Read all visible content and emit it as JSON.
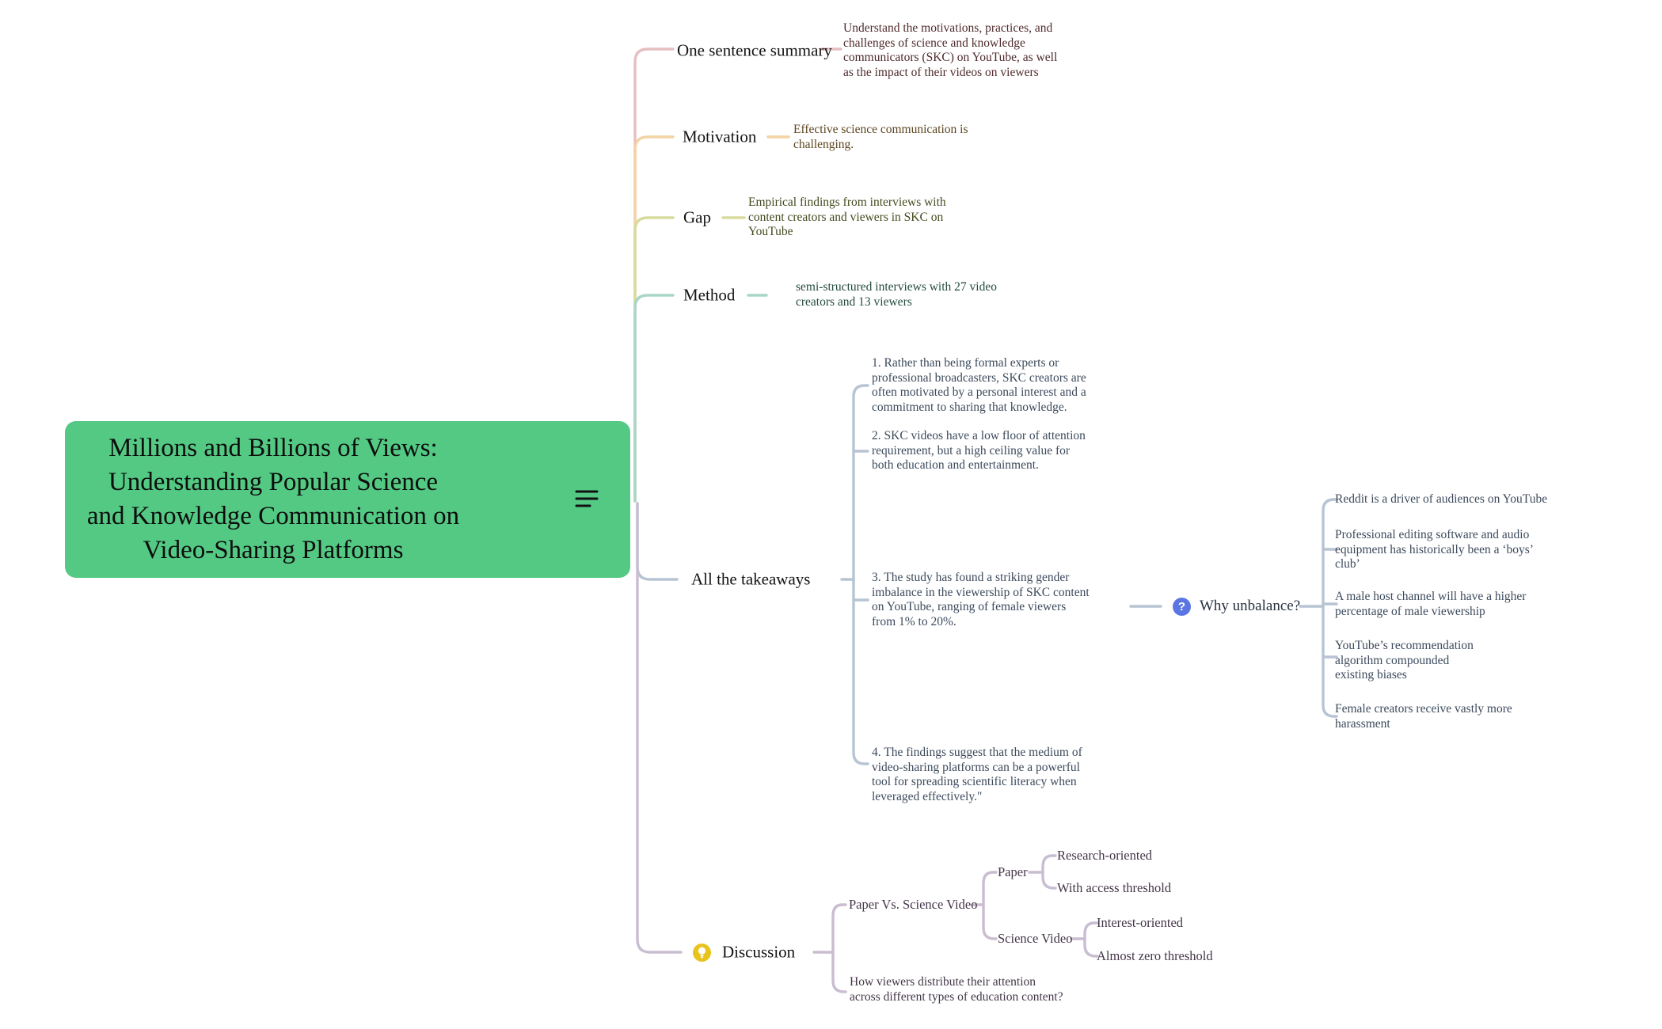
{
  "colors": {
    "root_bg": "#53c983",
    "branch_summary_line": "#e5bfc2",
    "branch_motivation_line": "#f4d3a3",
    "branch_gap_line": "#d8db9d",
    "branch_method_line": "#a9d6c8",
    "branch_takeaways_line": "#b7c4d3",
    "branch_discussion_line": "#c9bdd1",
    "note_summary_text": "#4f2a2d",
    "note_motivation_text": "#5d4620",
    "note_gap_text": "#454a1e",
    "note_method_text": "#234a3e",
    "note_takeaways_text": "#3c4a5c",
    "note_discussion_text": "#443648",
    "question_icon_bg": "#5b76e3",
    "lightbulb_icon_bg": "#e8c31c"
  },
  "root": {
    "title_lines": [
      "Millions and Billions of Views:",
      "Understanding Popular Science",
      "and Knowledge Communication on",
      "Video-Sharing Platforms"
    ],
    "notes_icon": "notes-icon"
  },
  "branches": {
    "summary": {
      "label": "One sentence summary",
      "note": "Understand the motivations, practices, and\nchallenges of science and knowledge\ncommunicators (SKC) on YouTube, as well\nas the impact of their videos on viewers"
    },
    "motivation": {
      "label": "Motivation",
      "note": "Effective science communication is\nchallenging."
    },
    "gap": {
      "label": "Gap",
      "note": "Empirical findings from interviews with\ncontent creators and viewers in SKC on\nYouTube"
    },
    "method": {
      "label": "Method",
      "note": "semi-structured interviews with 27 video\ncreators and 13 viewers"
    },
    "takeaways": {
      "label": "All the takeaways",
      "items": [
        "1. Rather than being formal experts or\nprofessional broadcasters, SKC creators are\noften motivated by a personal interest and a\ncommitment to sharing that knowledge.",
        "2. SKC videos have a low floor of attention\nrequirement, but a high ceiling value for\nboth education and entertainment.",
        "3. The study has found a striking gender\nimbalance in the viewership of SKC content\non YouTube, ranging of female viewers\nfrom 1% to 20%.",
        "4. The findings suggest that the medium of\nvideo-sharing platforms can be a powerful\ntool for spreading scientific literacy when\nleveraged effectively.\""
      ],
      "why_unbalance": {
        "label": "Why unbalance?",
        "icon": "question-icon",
        "children": [
          "Reddit is a driver of audiences on YouTube",
          "Professional editing software and audio\nequipment has historically been a ‘boys’\nclub’",
          "A male host channel will have a higher\npercentage of male viewership",
          "YouTube’s recommendation\nalgorithm compounded\nexisting biases",
          "Female creators receive vastly more\nharassment"
        ]
      }
    },
    "discussion": {
      "label": "Discussion",
      "icon": "lightbulb-icon",
      "paper_vs_video": {
        "label": "Paper Vs. Science Video",
        "paper": {
          "label": "Paper",
          "children": [
            "Research-oriented",
            "With access threshold"
          ]
        },
        "science_video": {
          "label": "Science Video",
          "children": [
            "Interest-oriented",
            "Almost zero threshold"
          ]
        }
      },
      "question": "How viewers distribute their attention\nacross different types of education content?"
    }
  }
}
